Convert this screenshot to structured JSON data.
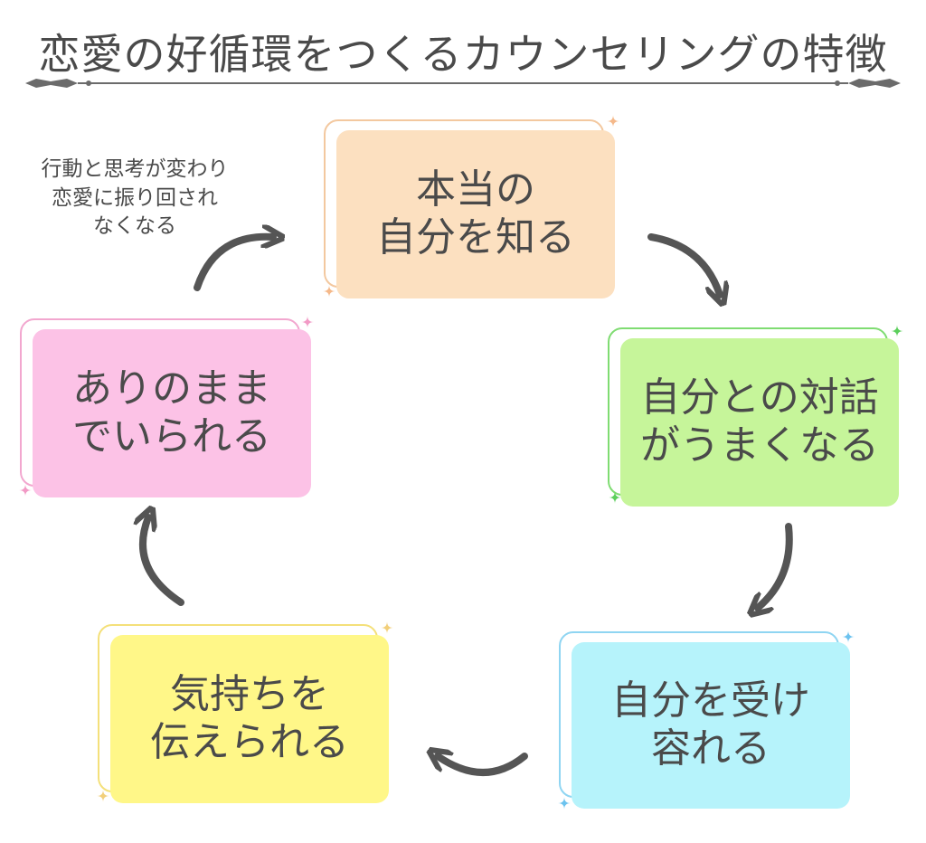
{
  "title": "恋愛の好循環をつくるカウンセリングの特徴",
  "steps": [
    {
      "id": "know",
      "line1": "本当の",
      "line2": "自分を知る",
      "color": "#fce0c0",
      "border": "#f3c89f",
      "sparkle": "#f5b98a"
    },
    {
      "id": "dialog",
      "line1": "自分との対話",
      "line2": "がうまくなる",
      "color": "#c6f59a",
      "border": "#7fdc72",
      "sparkle": "#5ccf5c"
    },
    {
      "id": "accept",
      "line1": "自分を受け",
      "line2": "容れる",
      "color": "#b6f3fb",
      "border": "#8fd5f2",
      "sparkle": "#6cc3ef"
    },
    {
      "id": "convey",
      "line1": "気持ちを",
      "line2": "伝えられる",
      "color": "#fff788",
      "border": "#f4e07a",
      "sparkle": "#f2cf7a"
    },
    {
      "id": "be",
      "line1": "ありのまま",
      "line2": "でいられる",
      "color": "#fcc2e6",
      "border": "#f2a7cf",
      "sparkle": "#f29ac6"
    }
  ],
  "note": {
    "line1": "行動と思考が変わり",
    "line2": "恋愛に振り回され",
    "line3": "なくなる"
  },
  "colors": {
    "text": "#4a4a4a",
    "arrow": "#555555",
    "rule": "#6b6b6b"
  }
}
